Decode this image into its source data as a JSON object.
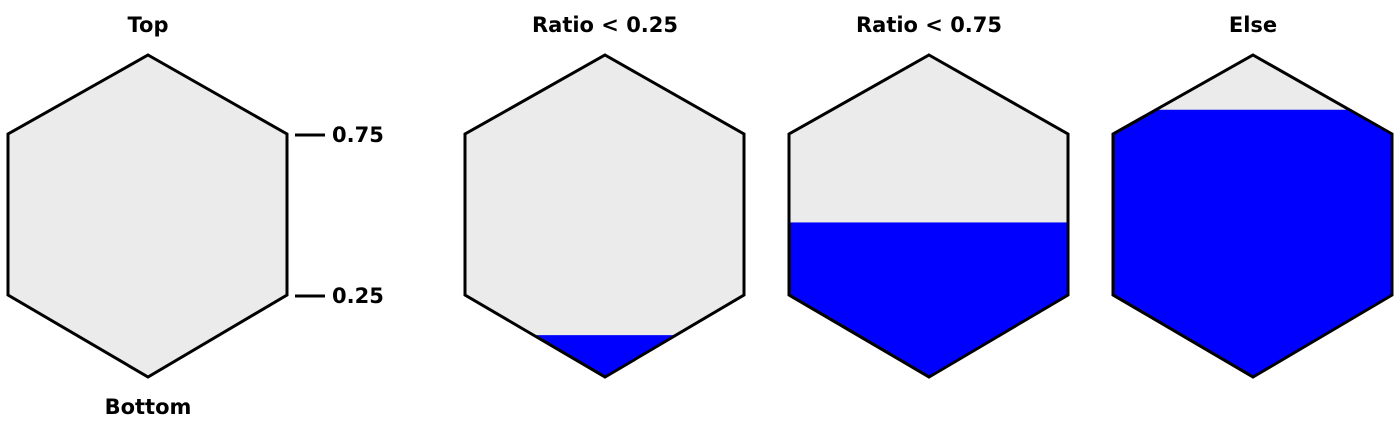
{
  "colors": {
    "hex_fill": "#ebebeb",
    "water": "#0000ff",
    "stroke": "#000000",
    "text": "#000000"
  },
  "reference": {
    "top_label": "Top",
    "bottom_label": "Bottom",
    "markers": [
      {
        "label": "0.75",
        "level": 0.75
      },
      {
        "label": "0.25",
        "level": 0.25
      }
    ]
  },
  "panels": [
    {
      "title": "Ratio < 0.25",
      "fill_level": 0.13
    },
    {
      "title": "Ratio < 0.75",
      "fill_level": 0.48
    },
    {
      "title": "Else",
      "fill_level": 0.83
    }
  ]
}
